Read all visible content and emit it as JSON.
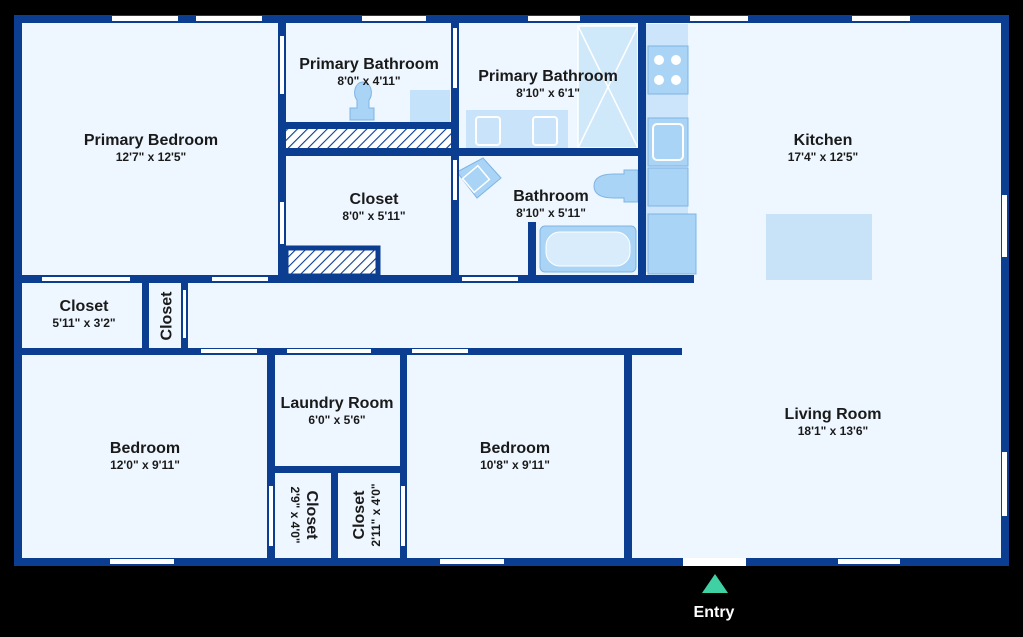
{
  "colors": {
    "wall": "#0b3d91",
    "floor": "#eef7ff",
    "fixture": "#a9d4f5",
    "fixture_stroke": "#7fb4e4",
    "window": "#ffffff",
    "background": "#000000",
    "entry_arrow": "#3fd0a4"
  },
  "rooms": [
    {
      "name": "Primary Bedroom",
      "dimensions": "12'7\" x 12'5\""
    },
    {
      "name": "Primary Bathroom",
      "dimensions": "8'0\" x 4'11\""
    },
    {
      "name": "Primary Bathroom",
      "dimensions": "8'10\" x 6'1\""
    },
    {
      "name": "Kitchen",
      "dimensions": "17'4\" x 12'5\""
    },
    {
      "name": "Closet",
      "dimensions": "8'0\" x 5'11\""
    },
    {
      "name": "Bathroom",
      "dimensions": "8'10\" x 5'11\""
    },
    {
      "name": "Closet",
      "dimensions": "5'11\" x 3'2\""
    },
    {
      "name": "Closet",
      "dimensions": ""
    },
    {
      "name": "Laundry Room",
      "dimensions": "6'0\" x 5'6\""
    },
    {
      "name": "Bedroom",
      "dimensions": "12'0\" x 9'11\""
    },
    {
      "name": "Bedroom",
      "dimensions": "10'8\" x 9'11\""
    },
    {
      "name": "Living Room",
      "dimensions": "18'1\" x 13'6\""
    },
    {
      "name": "Closet",
      "dimensions": "2'9\" x 4'0\""
    },
    {
      "name": "Closet",
      "dimensions": "2'11\" x 4'0\""
    }
  ],
  "entry": {
    "label": "Entry"
  }
}
